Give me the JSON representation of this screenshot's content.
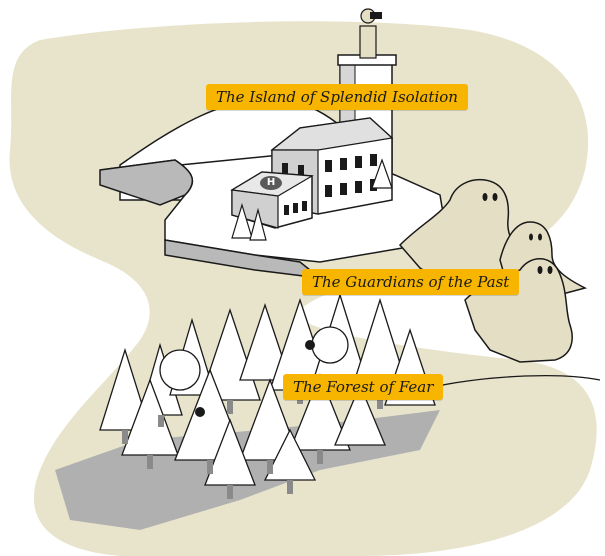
{
  "labels": {
    "island": "The Island of Splendid Isolation",
    "guardians": "The Guardians of the Past",
    "forest": "The Forest of Fear"
  },
  "icons": {
    "helipad_letter": "H"
  },
  "colors": {
    "label_bg": "#f7b500",
    "ground": "#e8e4cc",
    "ghost": "#e4dfc4",
    "ink": "#1a1a1a",
    "shadow": "#9a9a9a"
  }
}
